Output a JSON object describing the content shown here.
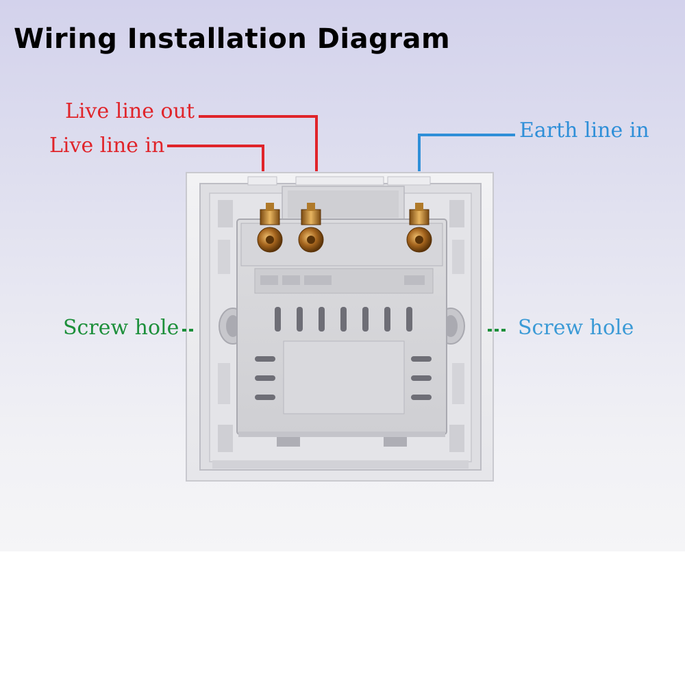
{
  "title": "Wiring Installation Diagram",
  "labels": {
    "live_line_out": "Live line out",
    "live_line_in": "Live line in",
    "earth_line_in": "Earth line in",
    "screw_hole_left": "Screw hole",
    "screw_hole_right": "Screw hole"
  },
  "colors": {
    "live": "#e0242a",
    "earth": "#2f8fd8",
    "screw_hole_left": "#1c8f3a",
    "screw_hole_right": "#3b9ad6"
  }
}
